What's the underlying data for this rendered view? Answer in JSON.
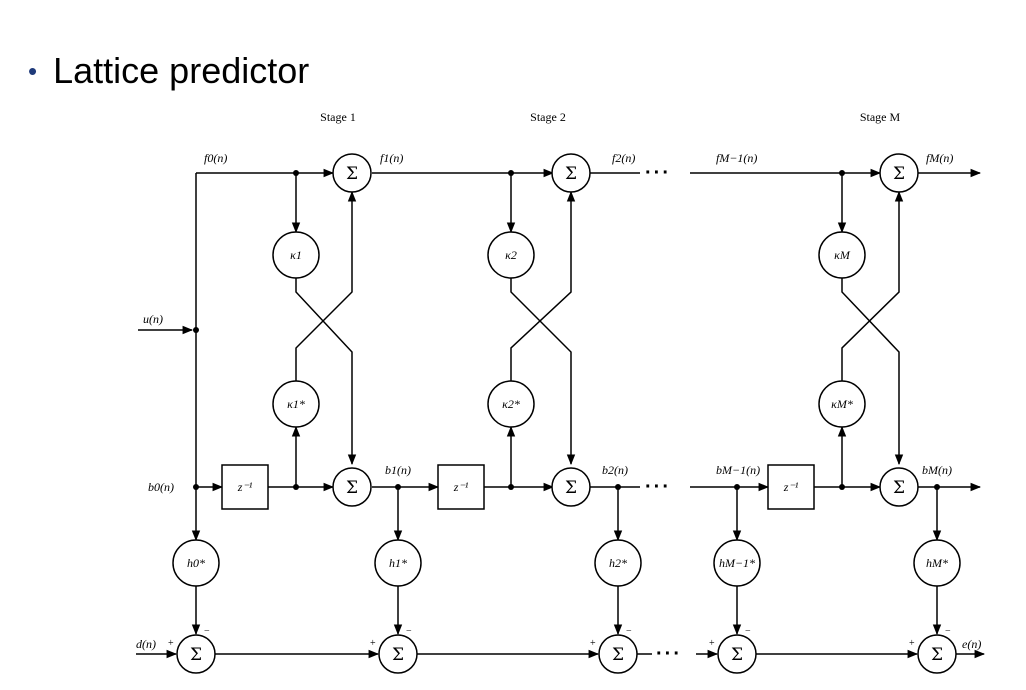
{
  "slide": {
    "title": "Lattice predictor",
    "bullet": "•"
  },
  "diagram": {
    "stages": [
      "Stage 1",
      "Stage 2",
      "Stage M"
    ],
    "inputs": {
      "u": "u(n)",
      "d": "d(n)"
    },
    "output": "e(n)",
    "forward_labels": [
      "f0(n)",
      "f1(n)",
      "f2(n)",
      "fM−1(n)",
      "fM(n)"
    ],
    "backward_labels": [
      "b0(n)",
      "b1(n)",
      "b2(n)",
      "bM−1(n)",
      "bM(n)"
    ],
    "reflection": [
      "κ1",
      "κ2",
      "κM"
    ],
    "reflection_conj": [
      "κ1*",
      "κ2*",
      "κM*"
    ],
    "taps": [
      "h0*",
      "h1*",
      "h2*",
      "hM−1*",
      "hM*"
    ],
    "delay": "z⁻¹",
    "sum_symbol": "Σ",
    "ellipsis": "···",
    "plus": "+",
    "minus": "−"
  }
}
